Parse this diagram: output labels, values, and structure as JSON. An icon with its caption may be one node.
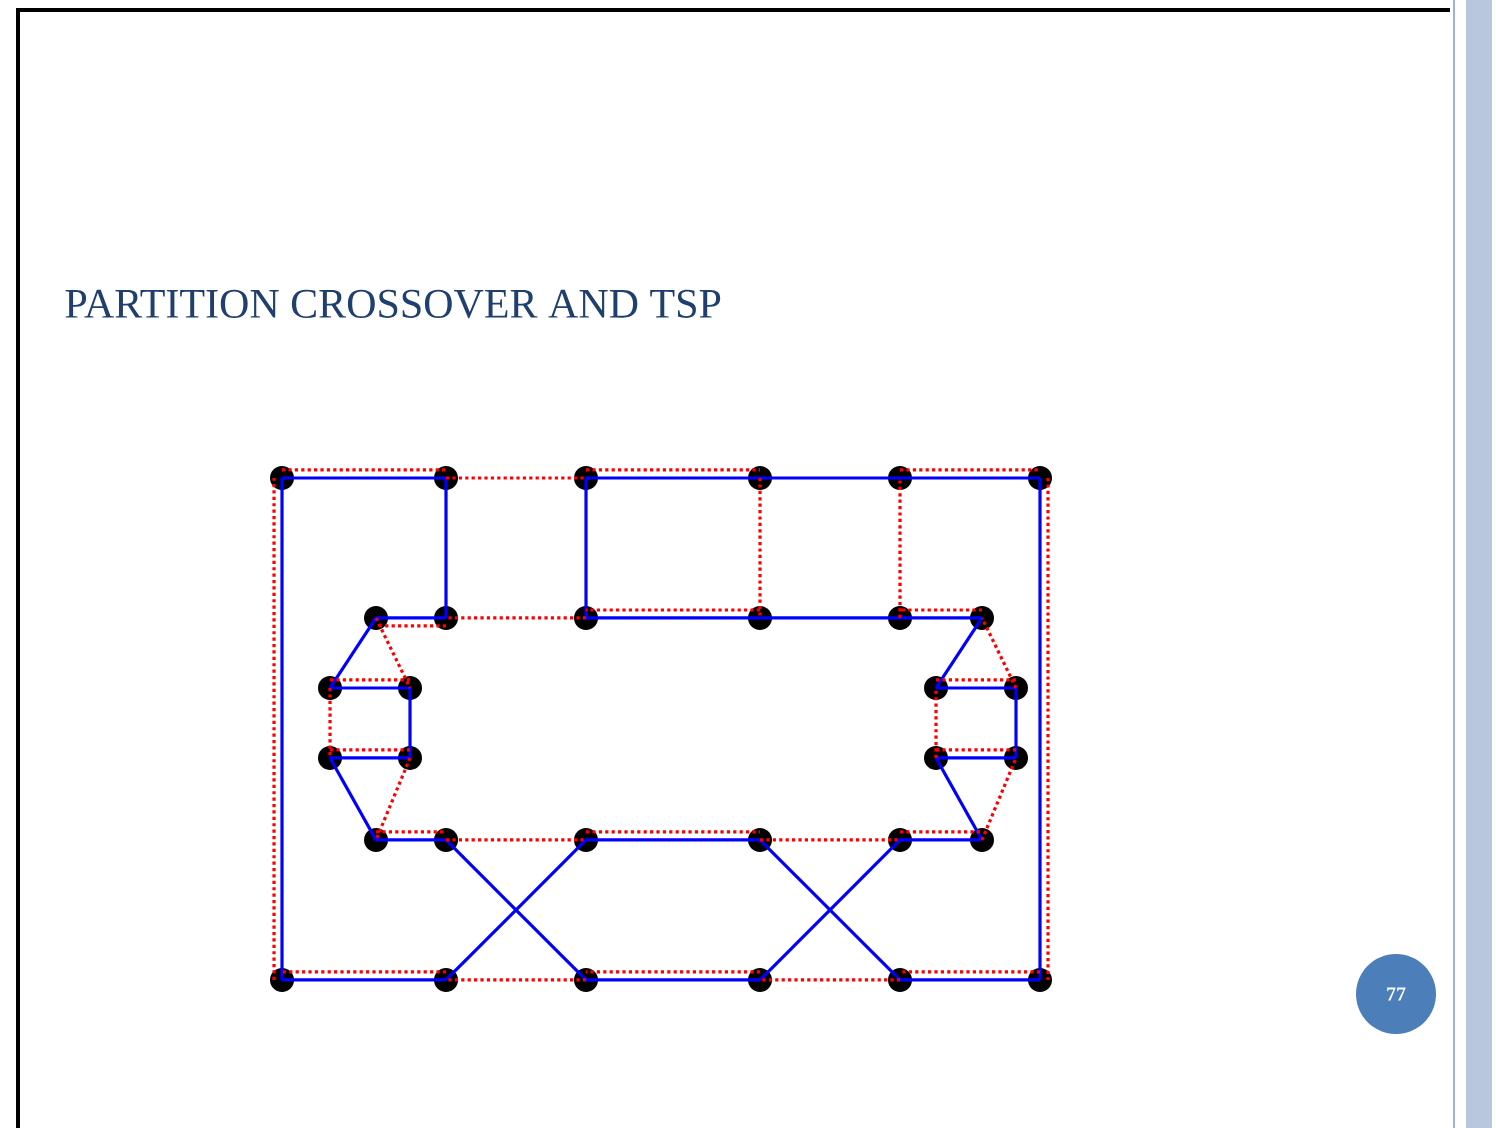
{
  "diagram": {
    "title": "PARTITION CROSSOVER AND TSP",
    "nodes": [
      {
        "text": [],
        "shape": "circle"
      },
      {
        "text": [],
        "shape": "circle"
      },
      {
        "text": [],
        "shape": "circle"
      },
      {
        "text": [],
        "shape": "circle"
      },
      {
        "text": [],
        "shape": "circle"
      },
      {
        "text": [],
        "shape": "circle"
      },
      {
        "text": [],
        "shape": "circle"
      },
      {
        "text": [],
        "shape": "circle"
      },
      {
        "text": [],
        "shape": "circle"
      },
      {
        "text": [],
        "shape": "circle"
      },
      {
        "text": [],
        "shape": "circle"
      },
      {
        "text": [],
        "shape": "circle"
      },
      {
        "text": [],
        "shape": "circle"
      },
      {
        "text": [],
        "shape": "circle"
      },
      {
        "text": [],
        "shape": "circle"
      },
      {
        "text": [],
        "shape": "circle"
      },
      {
        "text": [],
        "shape": "circle"
      },
      {
        "text": [],
        "shape": "circle"
      },
      {
        "text": [],
        "shape": "circle"
      },
      {
        "text": [],
        "shape": "circle"
      },
      {
        "text": [],
        "shape": "circle"
      },
      {
        "text": [],
        "shape": "circle"
      },
      {
        "text": [],
        "shape": "circle"
      },
      {
        "text": [],
        "shape": "circle"
      },
      {
        "text": [],
        "shape": "circle"
      },
      {
        "text": [],
        "shape": "circle"
      },
      {
        "text": [],
        "shape": "circle"
      },
      {
        "text": [],
        "shape": "circle"
      },
      {
        "text": [],
        "shape": "circle"
      },
      {
        "text": [],
        "shape": "circle"
      },
      {
        "text": [],
        "shape": "circle"
      },
      {
        "text": [],
        "shape": "circle"
      }
    ],
    "edges": [
      {
        "from": 0,
        "to": 1,
        "arrow": "none",
        "color": "#0000ff"
      },
      {
        "from": 1,
        "to": 7,
        "arrow": "none",
        "color": "#0000ff"
      },
      {
        "from": 7,
        "to": 6,
        "arrow": "none",
        "color": "#0000ff"
      },
      {
        "from": 6,
        "to": 12,
        "arrow": "none",
        "color": "#0000ff"
      },
      {
        "from": 12,
        "to": 13,
        "arrow": "none",
        "color": "#0000ff"
      },
      {
        "from": 13,
        "to": 17,
        "arrow": "none",
        "color": "#0000ff"
      },
      {
        "from": 17,
        "to": 16,
        "arrow": "none",
        "color": "#0000ff"
      },
      {
        "from": 16,
        "to": 20,
        "arrow": "none",
        "color": "#0000ff"
      },
      {
        "from": 20,
        "to": 21,
        "arrow": "none",
        "color": "#0000ff"
      },
      {
        "from": 21,
        "to": 28,
        "arrow": "none",
        "color": "#0000ff"
      },
      {
        "from": 28,
        "to": 29,
        "arrow": "none",
        "color": "#0000ff"
      },
      {
        "from": 29,
        "to": 24,
        "arrow": "none",
        "color": "#0000ff"
      },
      {
        "from": 24,
        "to": 25,
        "arrow": "none",
        "color": "#0000ff"
      },
      {
        "from": 25,
        "to": 18,
        "arrow": "none",
        "color": "#0000ff"
      },
      {
        "from": 18,
        "to": 19,
        "arrow": "none",
        "color": "#0000ff"
      },
      {
        "from": 19,
        "to": 15,
        "arrow": "none",
        "color": "#0000ff"
      },
      {
        "from": 15,
        "to": 14,
        "arrow": "none",
        "color": "#0000ff"
      },
      {
        "from": 14,
        "to": 11,
        "arrow": "none",
        "color": "#0000ff"
      },
      {
        "from": 11,
        "to": 10,
        "arrow": "none",
        "color": "#0000ff"
      },
      {
        "from": 10,
        "to": 9,
        "arrow": "none",
        "color": "#0000ff"
      },
      {
        "from": 9,
        "to": 8,
        "arrow": "none",
        "color": "#0000ff"
      },
      {
        "from": 8,
        "to": 2,
        "arrow": "none",
        "color": "#0000ff"
      },
      {
        "from": 2,
        "to": 3,
        "arrow": "none",
        "color": "#0000ff"
      },
      {
        "from": 3,
        "to": 4,
        "arrow": "none",
        "color": "#0000ff"
      },
      {
        "from": 4,
        "to": 5,
        "arrow": "none",
        "color": "#0000ff"
      },
      {
        "from": 5,
        "to": 31,
        "arrow": "none",
        "color": "#0000ff"
      },
      {
        "from": 31,
        "to": 30,
        "arrow": "none",
        "color": "#0000ff"
      },
      {
        "from": 30,
        "to": 23,
        "arrow": "none",
        "color": "#0000ff"
      },
      {
        "from": 23,
        "to": 22,
        "arrow": "none",
        "color": "#0000ff"
      },
      {
        "from": 22,
        "to": 27,
        "arrow": "none",
        "color": "#0000ff"
      },
      {
        "from": 27,
        "to": 26,
        "arrow": "none",
        "color": "#0000ff"
      },
      {
        "from": 26,
        "to": 0,
        "arrow": "none",
        "color": "#0000ff"
      },
      {
        "from": 0,
        "to": 1,
        "arrow": "none",
        "style": "dashed",
        "color": "#ff0000"
      },
      {
        "from": 1,
        "to": 2,
        "arrow": "none",
        "style": "dashed",
        "color": "#ff0000"
      },
      {
        "from": 2,
        "to": 3,
        "arrow": "none",
        "style": "dashed",
        "color": "#ff0000"
      },
      {
        "from": 3,
        "to": 9,
        "arrow": "none",
        "style": "dashed",
        "color": "#ff0000"
      },
      {
        "from": 9,
        "to": 8,
        "arrow": "none",
        "style": "dashed",
        "color": "#ff0000"
      },
      {
        "from": 8,
        "to": 7,
        "arrow": "none",
        "style": "dashed",
        "color": "#ff0000"
      },
      {
        "from": 7,
        "to": 6,
        "arrow": "none",
        "style": "dashed",
        "color": "#ff0000"
      },
      {
        "from": 6,
        "to": 13,
        "arrow": "none",
        "style": "dashed",
        "color": "#ff0000"
      },
      {
        "from": 13,
        "to": 12,
        "arrow": "none",
        "style": "dashed",
        "color": "#ff0000"
      },
      {
        "from": 12,
        "to": 16,
        "arrow": "none",
        "style": "dashed",
        "color": "#ff0000"
      },
      {
        "from": 16,
        "to": 17,
        "arrow": "none",
        "style": "dashed",
        "color": "#ff0000"
      },
      {
        "from": 17,
        "to": 20,
        "arrow": "none",
        "style": "dashed",
        "color": "#ff0000"
      },
      {
        "from": 20,
        "to": 21,
        "arrow": "none",
        "style": "dashed",
        "color": "#ff0000"
      },
      {
        "from": 21,
        "to": 22,
        "arrow": "none",
        "style": "dashed",
        "color": "#ff0000"
      },
      {
        "from": 22,
        "to": 23,
        "arrow": "none",
        "style": "dashed",
        "color": "#ff0000"
      },
      {
        "from": 23,
        "to": 24,
        "arrow": "none",
        "style": "dashed",
        "color": "#ff0000"
      },
      {
        "from": 24,
        "to": 25,
        "arrow": "none",
        "style": "dashed",
        "color": "#ff0000"
      },
      {
        "from": 25,
        "to": 19,
        "arrow": "none",
        "style": "dashed",
        "color": "#ff0000"
      },
      {
        "from": 19,
        "to": 18,
        "arrow": "none",
        "style": "dashed",
        "color": "#ff0000"
      },
      {
        "from": 18,
        "to": 14,
        "arrow": "none",
        "style": "dashed",
        "color": "#ff0000"
      },
      {
        "from": 14,
        "to": 15,
        "arrow": "none",
        "style": "dashed",
        "color": "#ff0000"
      },
      {
        "from": 15,
        "to": 11,
        "arrow": "none",
        "style": "dashed",
        "color": "#ff0000"
      },
      {
        "from": 11,
        "to": 10,
        "arrow": "none",
        "style": "dashed",
        "color": "#ff0000"
      },
      {
        "from": 10,
        "to": 4,
        "arrow": "none",
        "style": "dashed",
        "color": "#ff0000"
      },
      {
        "from": 4,
        "to": 5,
        "arrow": "none",
        "style": "dashed",
        "color": "#ff0000"
      },
      {
        "from": 5,
        "to": 31,
        "arrow": "none",
        "style": "dashed",
        "color": "#ff0000"
      },
      {
        "from": 31,
        "to": 30,
        "arrow": "none",
        "style": "dashed",
        "color": "#ff0000"
      },
      {
        "from": 30,
        "to": 29,
        "arrow": "none",
        "style": "dashed",
        "color": "#ff0000"
      },
      {
        "from": 29,
        "to": 28,
        "arrow": "none",
        "style": "dashed",
        "color": "#ff0000"
      },
      {
        "from": 28,
        "to": 27,
        "arrow": "none",
        "style": "dashed",
        "color": "#ff0000"
      },
      {
        "from": 27,
        "to": 26,
        "arrow": "none",
        "style": "dashed",
        "color": "#ff0000"
      },
      {
        "from": 26,
        "to": 0,
        "arrow": "none",
        "style": "dashed",
        "color": "#ff0000"
      }
    ],
    "labels": [
      "77"
    ]
  }
}
